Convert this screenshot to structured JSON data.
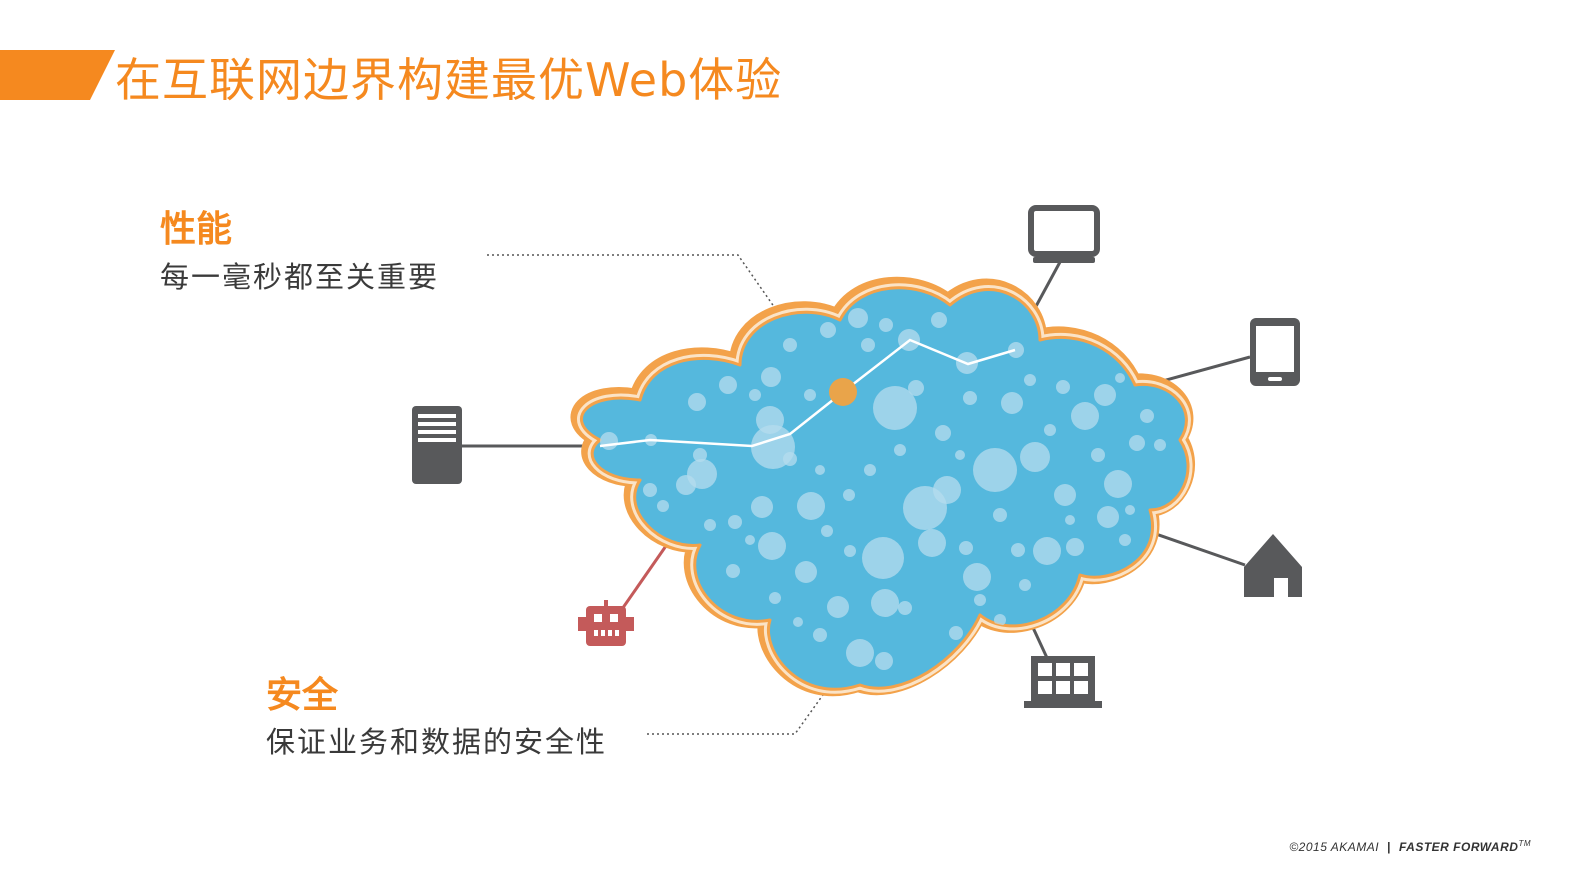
{
  "title": "在互联网边界构建最优Web体验",
  "performance": {
    "heading": "性能",
    "text": "每一毫秒都至关重要"
  },
  "security": {
    "heading": "安全",
    "text": "保证业务和数据的安全性"
  },
  "footer": {
    "copyright": "©2015 AKAMAI",
    "separator": "|",
    "tagline": "FASTER FORWARD",
    "trademark": "TM"
  },
  "colors": {
    "accent_orange": "#f5891f",
    "cloud_blue": "#55b8dd",
    "cloud_outline": "#f3a24a",
    "device_gray": "#58595b",
    "bot_red": "#c45a5a",
    "bubble": "#b6dcee"
  },
  "icons": {
    "server": "server-icon",
    "monitor": "monitor-icon",
    "tablet": "tablet-icon",
    "home": "home-icon",
    "building": "building-icon",
    "bot": "robot-icon"
  }
}
